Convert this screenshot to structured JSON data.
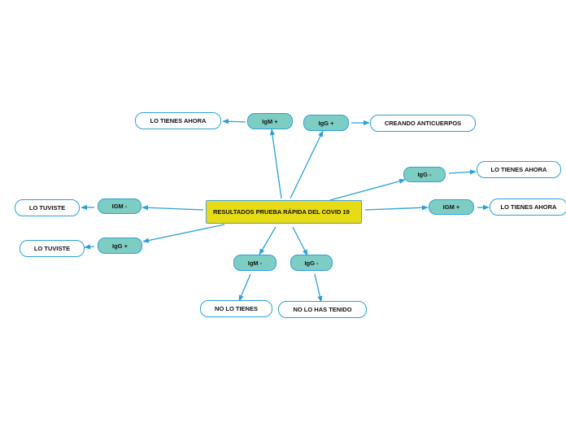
{
  "colors": {
    "connector": "#2e9fd6",
    "central_fill": "#e6db14",
    "sub_fill": "#7ecdc3",
    "leaf_fill": "#ffffff"
  },
  "mindmap": {
    "central": "RESULTADOS PRUEBA RÁPIDA DEL COVID 19",
    "igm_plus_top": "IgM +",
    "igg_plus_top": "IgG +",
    "igg_minus_right": "IgG -",
    "igm_plus_right": "IGM +",
    "igm_minus_left": "IGM -",
    "igg_plus_left": "IgG +",
    "igm_minus_bottom": "IgM -",
    "igg_minus_bottom": "IgG -",
    "leaf_top_left": "LO TIENES AHORA",
    "leaf_top_right": "CREANDO ANTICUERPOS",
    "leaf_right_upper": "LO TIENES AHORA",
    "leaf_right_lower": "LO TIENES AHORA",
    "leaf_left_upper": "LO TUVISTE",
    "leaf_left_lower": "LO TUVISTE",
    "leaf_bottom_left": "NO LO TIENES",
    "leaf_bottom_right": "NO LO HAS TENIDO"
  }
}
